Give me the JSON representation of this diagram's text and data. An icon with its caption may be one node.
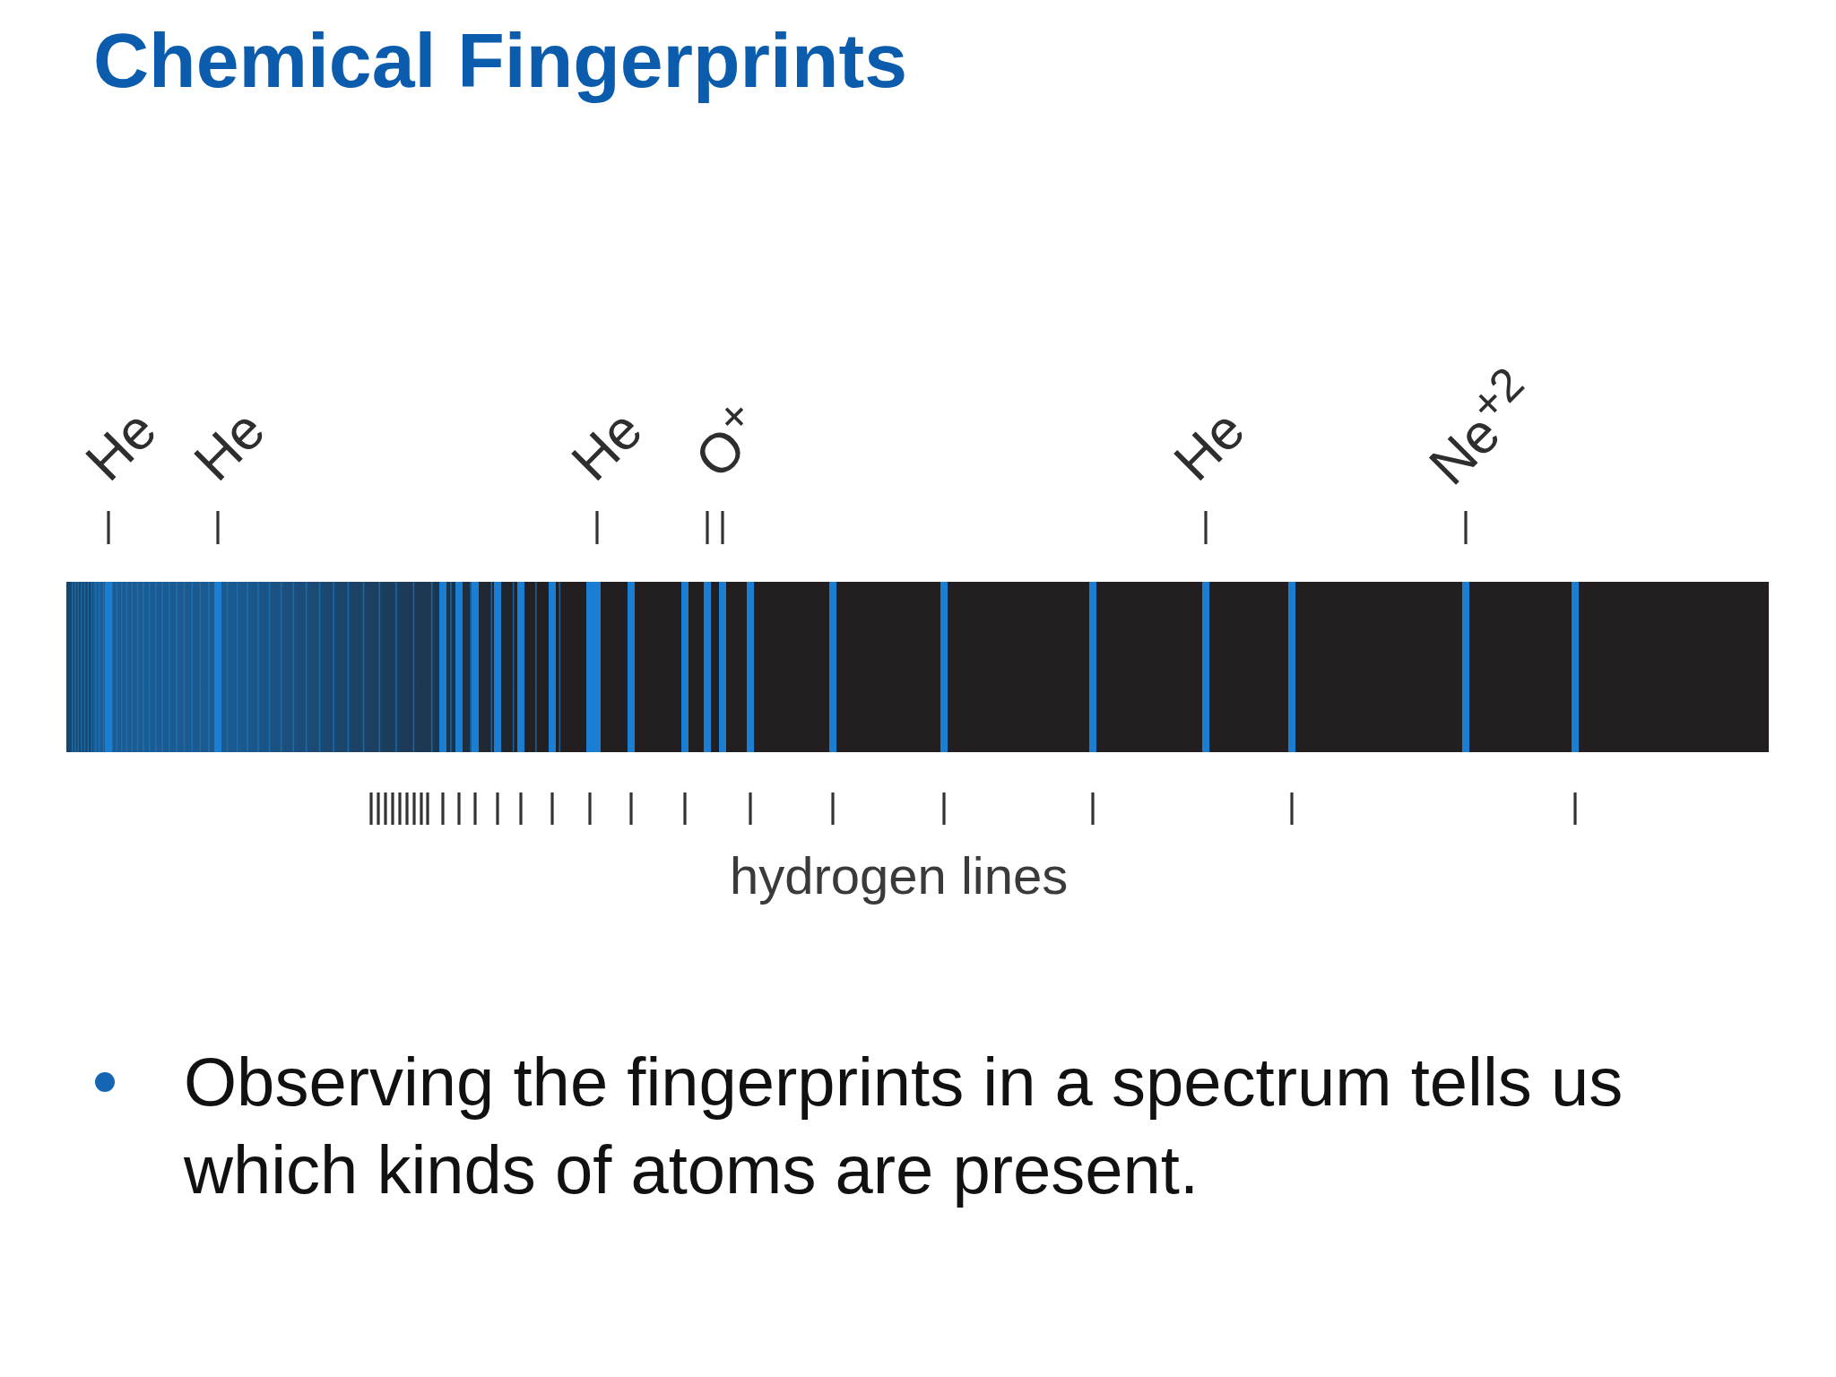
{
  "diagram": {
    "title": "Chemical Fingerprints",
    "labels": [
      "He",
      "He",
      "He",
      "O$^{+}$",
      "He",
      "Ne$^{+2}$",
      "hydrogen lines",
      "Observing the fingerprints in a spectrum tells us which kinds of atoms are present."
    ]
  }
}
